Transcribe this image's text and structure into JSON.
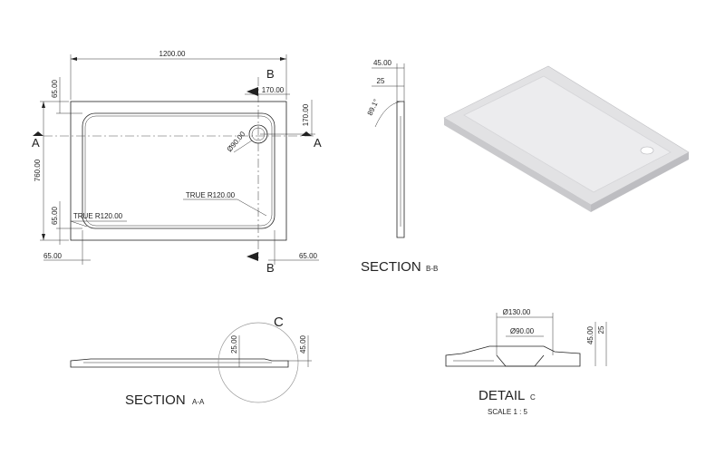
{
  "plan_view": {
    "width_dim": "1200.00",
    "height_dim": "760.00",
    "left_top_margin": "65.00",
    "left_bottom_margin": "65.00",
    "bottom_left_margin": "65.00",
    "bottom_right_margin": "65.00",
    "waste_offset_x": "170.00",
    "waste_offset_y": "170.00",
    "waste_diameter": "Ø90.00",
    "radius_right": "TRUE R120.00",
    "radius_left": "TRUE R120.00",
    "section_a_left": "A",
    "section_a_right": "A",
    "section_b_top": "B",
    "section_b_bottom": "B"
  },
  "section_bb": {
    "dim_top": "45.00",
    "dim_inner": "25",
    "angle": "89.1°",
    "title": "SECTION",
    "suffix": "B-B"
  },
  "section_aa": {
    "detail_marker": "C",
    "dim_inner": "25.00",
    "dim_outer": "45.00",
    "title": "SECTION",
    "suffix": "A-A"
  },
  "detail_c": {
    "dia_outer": "Ø130.00",
    "dia_inner": "Ø90.00",
    "dim_outer": "45.00",
    "dim_inner": "25",
    "title": "DETAIL",
    "suffix": "C",
    "scale": "SCALE 1 : 5"
  },
  "colors": {
    "line": "#222222",
    "tray_top": "#e2e2e4",
    "tray_side": "#c9c9cc",
    "tray_inner": "#ececee"
  }
}
